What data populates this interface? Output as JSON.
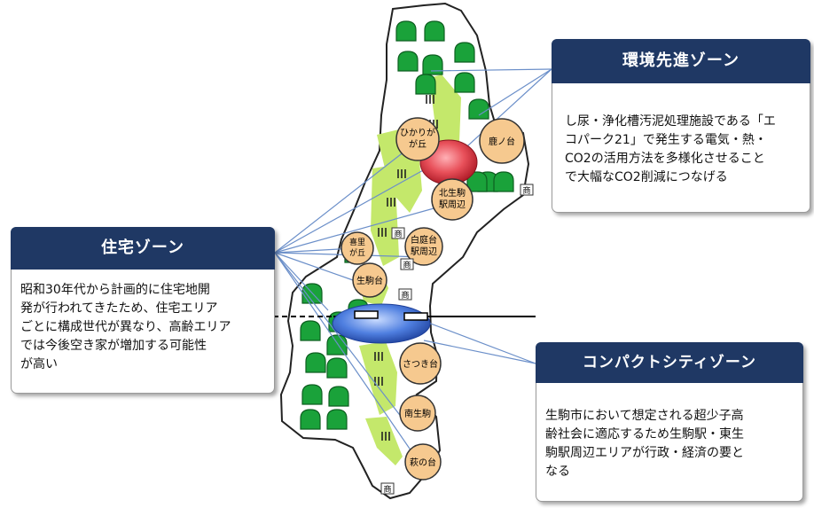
{
  "zones": {
    "env": {
      "title": "環境先進ゾーン",
      "body": "し尿・浄化槽汚泥処理施設である「エ\nコパーク21」で発生する電気・熱・\nCO2の活用方法を多様化させること\nで大幅なCO2削減につなげる"
    },
    "housing": {
      "title": "住宅ゾーン",
      "body": "昭和30年代から計画的に住宅地開\n発が行われてきたため、住宅エリア\nごとに構成世代が異なり、高齢エリア\nでは今後空き家が増加する可能性\nが高い"
    },
    "compact": {
      "title": "コンパクトシティゾーン",
      "body": "生駒市において想定される超少子高\n齢社会に適応するため生駒駅・東生\n駒駅周辺エリアが行政・経済の要と\nなる"
    }
  },
  "areas": {
    "hikarigaoka": [
      "ひかりが",
      "が丘"
    ],
    "shikanodai": "鹿ノ台",
    "kitaikoma": [
      "北生駒",
      "駅周辺"
    ],
    "kisatogaoka": [
      "喜里",
      "が丘"
    ],
    "shiraniwadai": [
      "白庭台",
      "駅周辺"
    ],
    "ikomadai": "生駒台",
    "satsukidai": "さつき台",
    "minamiikoma": "南生駒",
    "haginodai": "萩の台"
  },
  "shop_label": "商",
  "colors": {
    "panel_header": "#1f3864",
    "area_fill": "#f6c98f",
    "tree": "#1aa23a",
    "green_belt": "#c4e86b",
    "env_marker": "#e03038",
    "compact_marker": "#3f6fd0",
    "leader_line": "#6b8fc9"
  }
}
